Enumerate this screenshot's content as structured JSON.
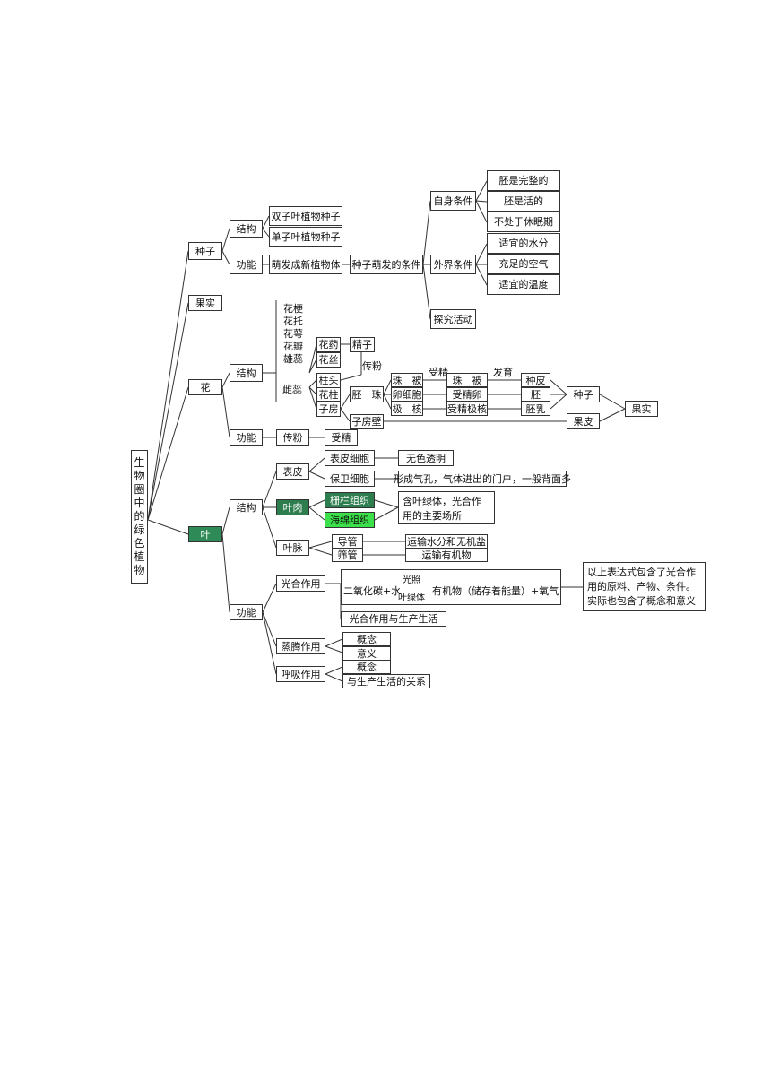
{
  "root": "生物圈中的绿色植物",
  "seed": {
    "label": "种子",
    "structure": "结构",
    "dicot": "双子叶植物种子",
    "monocot": "单子叶植物种子",
    "function": "功能",
    "function_desc": "萌发成新植物体",
    "germination": "种子萌发的条件",
    "self_conditions": "自身条件",
    "self_items": [
      "胚是完整的",
      "胚是活的",
      "不处于休眠期"
    ],
    "external_conditions": "外界条件",
    "external_items": [
      "适宜的水分",
      "充足的空气",
      "适宜的温度"
    ],
    "inquiry": "探究活动"
  },
  "fruit": {
    "label": "果实"
  },
  "flower": {
    "label": "花",
    "structure": "结构",
    "parts": [
      "花梗",
      "花托",
      "花萼",
      "花瓣",
      "雄蕊"
    ],
    "pistil": "雌蕊",
    "anther": "花药",
    "filament": "花丝",
    "sperm": "精子",
    "pollination_label": "传粉",
    "stigma": "柱头",
    "style": "花柱",
    "ovary": "子房",
    "ovule": "胚　珠",
    "integument": "珠　被",
    "egg": "卵细胞",
    "polar": "极　核",
    "fertilization": "受精",
    "integument2": "珠　被",
    "zygote": "受精卵",
    "fert_polar": "受精极核",
    "development": "发育",
    "seed_coat": "种皮",
    "embryo": "胚",
    "endosperm": "胚乳",
    "seed": "种子",
    "ovary_wall": "子房壁",
    "pericarp": "果皮",
    "fruit": "果实",
    "function": "功能",
    "pollination": "传粉",
    "fertilize": "受精"
  },
  "leaf": {
    "label": "叶",
    "structure": "结构",
    "epidermis": "表皮",
    "epidermal_cell": "表皮细胞",
    "epidermal_desc": "无色透明",
    "guard_cell": "保卫细胞",
    "guard_desc": "形成气孔，气体进出的门户，一般背面多",
    "mesophyll": "叶肉",
    "palisade": "栅栏组织",
    "spongy": "海绵组织",
    "mesophyll_desc": "含叶绿体，光合作用的主要场所",
    "vein": "叶脉",
    "vessel": "导管",
    "vessel_desc": "运输水分和无机盐",
    "sieve": "筛管",
    "sieve_desc": "运输有机物",
    "function": "功能",
    "photosynthesis": "光合作用",
    "equation_left": "二氧化碳+水",
    "equation_top": "光照",
    "equation_bottom": "叶绿体",
    "equation_right": "有机物（储存着能量）+氧气",
    "equation_note": "以上表达式包含了光合作用的原料、产物、条件。实际也包含了概念和意义",
    "photo_life": "光合作用与生产生活",
    "transpiration": "蒸腾作用",
    "trans_items": [
      "概念",
      "意义"
    ],
    "respiration": "呼吸作用",
    "resp_items": [
      "概念",
      "与生产生活的关系"
    ]
  }
}
